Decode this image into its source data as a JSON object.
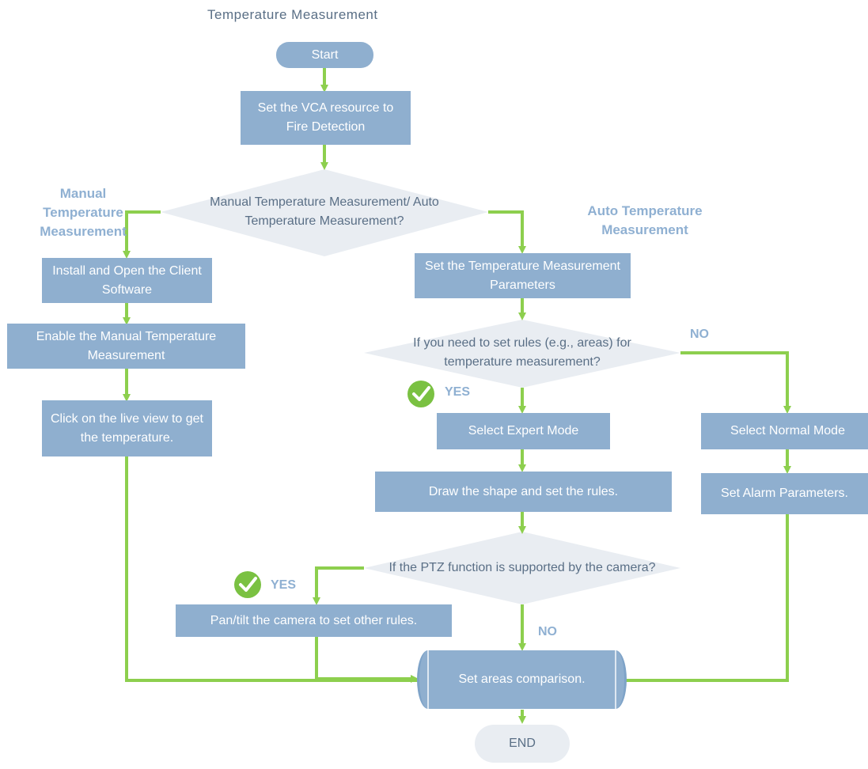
{
  "title": "Temperature Measurement",
  "nodes": {
    "start": "Start",
    "set_vca": "Set the VCA resource to Fire Detection",
    "decision_mode": "Manual Temperature Measurement/ Auto Temperature Measurement?",
    "install_client": "Install and Open the Client Software",
    "enable_manual": "Enable the Manual Temperature Measurement",
    "click_live_view": "Click on the live view to get the temperature.",
    "set_params": "Set the Temperature Measurement Parameters",
    "decision_rules": "If you need to set rules (e.g., areas) for temperature measurement?",
    "expert_mode": "Select Expert Mode",
    "draw_shape": "Draw the shape and set the rules.",
    "normal_mode": "Select Normal Mode",
    "alarm_params": "Set Alarm Parameters.",
    "decision_ptz": "If the PTZ function is supported by the camera?",
    "pan_tilt": "Pan/tilt the camera to set other rules.",
    "areas_comparison": "Set areas comparison.",
    "end": "END"
  },
  "labels": {
    "manual": "Manual Temperature Measurement",
    "auto": "Auto Temperature Measurement",
    "yes_rules": "YES",
    "no_rules": "NO",
    "yes_ptz": "YES",
    "no_ptz": "NO"
  },
  "colors": {
    "box": "#8fafcf",
    "diamond": "#e9edf2",
    "arrow": "#8dcf4e",
    "check": "#7ac142",
    "label": "#8fb0d2",
    "text_dark": "#5a6f86"
  }
}
